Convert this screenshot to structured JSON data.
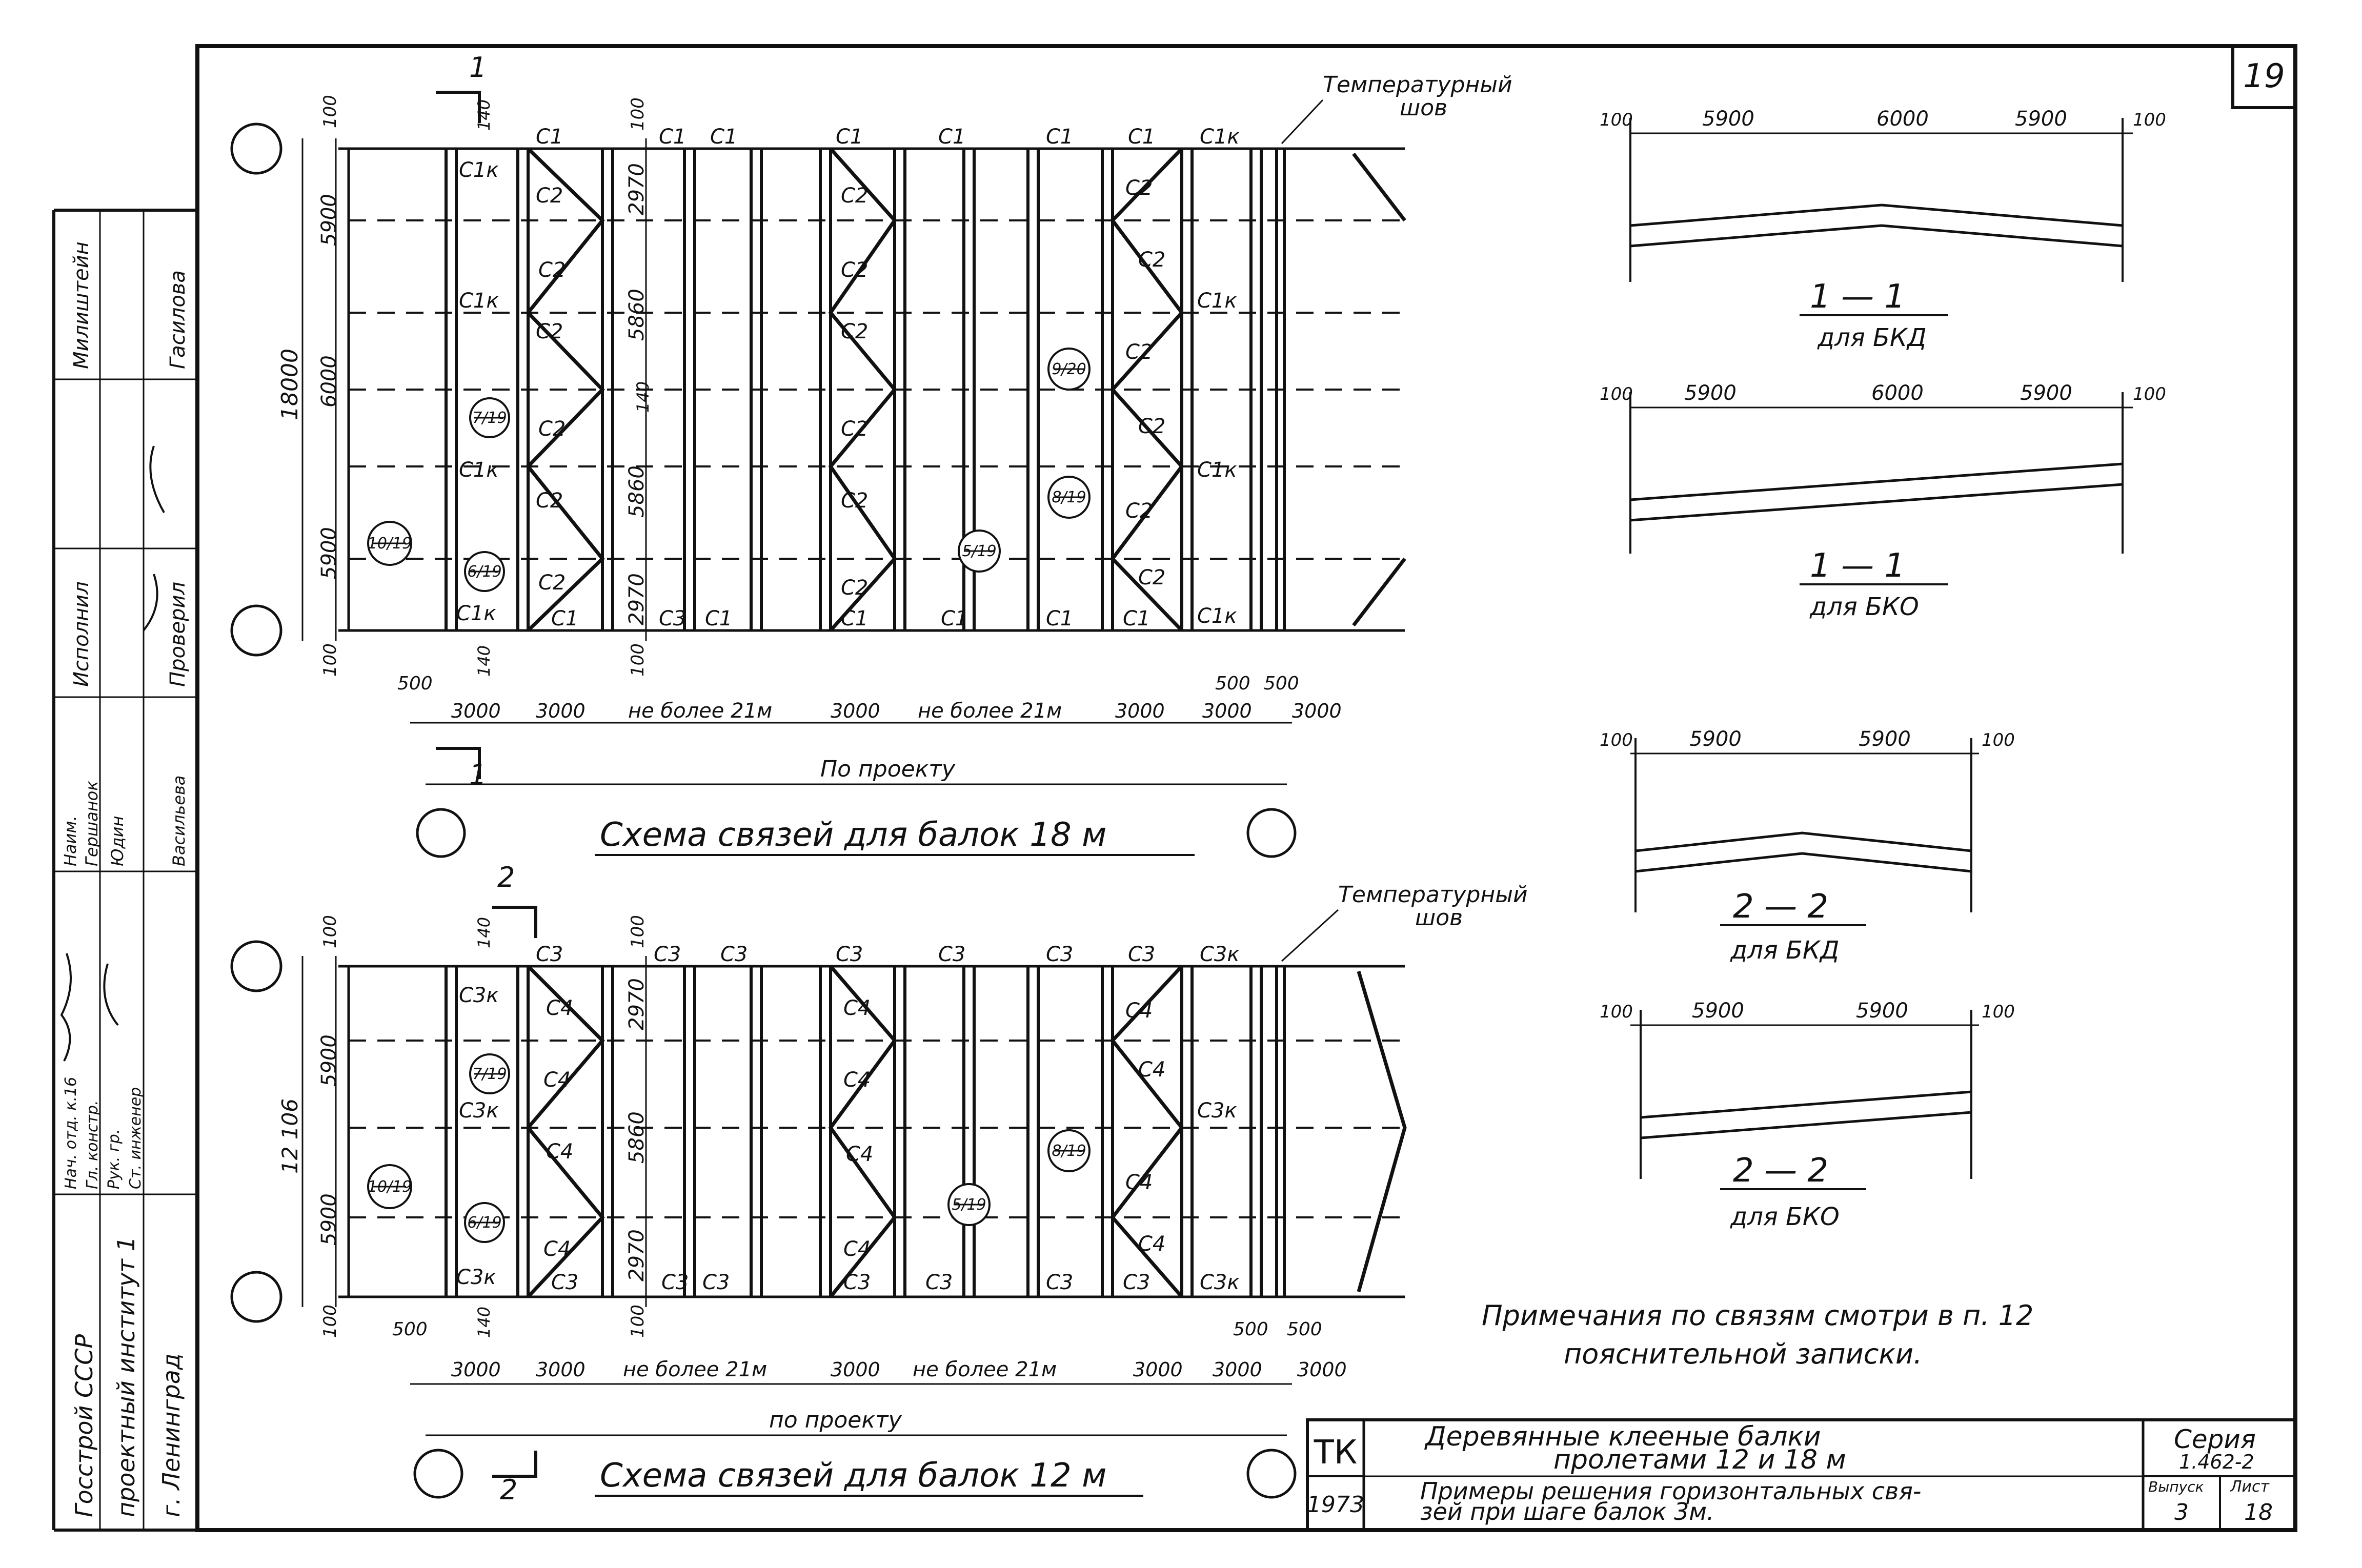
{
  "sheet_number": "19",
  "frame_labels": {
    "isp": "Исполнил",
    "prov": "Проверил",
    "naim": "Наим.",
    "gr": "Гершанок",
    "yu": "Юдин",
    "vas": "Васильева",
    "mil": "Милиштейн",
    "gasil": "Гасилова",
    "nach": "Нач. отд. к.16",
    "gl": "Гл. констр.",
    "rukgr": "Рук. гр.",
    "stinzh": "Ст. инженер"
  },
  "institute": {
    "line1": "Госстрой СССР",
    "line2": "проектный институт 1",
    "line3": "г. Ленинград"
  },
  "plan18": {
    "title": "Схема связей для балок 18 м",
    "temp_joint_1": "Температурный",
    "temp_joint_2": "шов",
    "section_mark": "1",
    "overall_dim": "18000",
    "left_dims": [
      "100",
      "5900",
      "6000",
      "5900",
      "100"
    ],
    "mid_dims": [
      "100",
      "2970",
      "5860",
      "5860",
      "2970",
      "100"
    ],
    "dim_140a": "140",
    "dim_140b": "140",
    "dim_140c": "140",
    "dim_500a": "500",
    "dim_500b": "500",
    "dim_500c": "500",
    "bottom_dims": [
      "3000",
      "3000",
      "не более 21м",
      "3000",
      "не более 21м",
      "3000",
      "3000",
      "3000"
    ],
    "po_proektu": "По проекту",
    "callouts": [
      "7/19",
      "10/19",
      "6/19",
      "9/20",
      "8/19",
      "5/19"
    ],
    "c1": "C1",
    "c1k": "C1к",
    "c2": "C2",
    "c3": "C3"
  },
  "plan12": {
    "title": "Схема связей для балок 12 м",
    "temp_joint_1": "Температурный",
    "temp_joint_2": "шов",
    "section_mark": "2",
    "overall_dim": "12 106",
    "left_dims": [
      "100",
      "5900",
      "5900",
      "100"
    ],
    "mid_dims": [
      "100",
      "2970",
      "5860",
      "2970",
      "100"
    ],
    "dim_140a": "140",
    "dim_140b": "140",
    "dim_500a": "500",
    "dim_500b": "500",
    "dim_500c": "500",
    "bottom_dims": [
      "3000",
      "3000",
      "не более 21м",
      "3000",
      "не более 21м",
      "3000",
      "3000",
      "3000"
    ],
    "po_proektu": "по проекту",
    "callouts": [
      "7/19",
      "10/19",
      "6/19",
      "8/19",
      "5/19"
    ],
    "c3": "C3",
    "c3k": "C3к",
    "c4": "C4"
  },
  "sections": {
    "s11_bkd": {
      "title": "1 — 1",
      "sub": "для БКД",
      "dims": [
        "100",
        "5900",
        "6000",
        "5900",
        "100"
      ]
    },
    "s11_bko": {
      "title": "1 — 1",
      "sub": "для БКО",
      "dims": [
        "100",
        "5900",
        "6000",
        "5900",
        "100"
      ]
    },
    "s22_bkd": {
      "title": "2 — 2",
      "sub": "для БКД",
      "dims": [
        "100",
        "5900",
        "5900",
        "100"
      ]
    },
    "s22_bko": {
      "title": "2 — 2",
      "sub": "для БКО",
      "dims": [
        "100",
        "5900",
        "5900",
        "100"
      ]
    }
  },
  "note": {
    "line1": "Примечания по связям смотри   в п. 12",
    "line2": "пояснительной записки."
  },
  "title_block": {
    "tk": "ТК",
    "year": "1973",
    "title_line1": "Деревянные клееные балки",
    "title_line2": "пролетами 12 и 18 м",
    "desc_line1": "Примеры решения горизонтальных свя-",
    "desc_line2": "зей при шаге балок 3м.",
    "series_label": "Серия",
    "series_value": "1.462-2",
    "vypusk_label": "Выпуск",
    "vypusk_value": "3",
    "list_label": "Лист",
    "list_value": "18"
  }
}
